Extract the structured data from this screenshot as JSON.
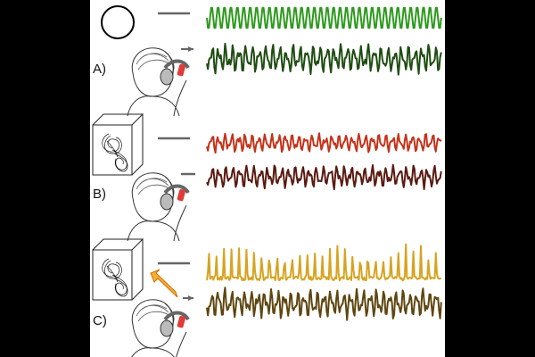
{
  "panels": [
    {
      "label": "A)",
      "stimulus": "circle",
      "colors": {
        "top": "#2e9a1f",
        "bottom": "#1f4d12"
      }
    },
    {
      "label": "B)",
      "stimulus": "attractor",
      "colors": {
        "top": "#c4331a",
        "bottom": "#5a1a10"
      }
    },
    {
      "label": "C)",
      "stimulus": "attractor",
      "feedback_arrow": true,
      "colors": {
        "top": "#d7a321",
        "bottom": "#5e4610"
      }
    }
  ],
  "colors": {
    "arrow": "#666666",
    "feedback_arrow_fill": "#f2b22d",
    "feedback_arrow_stroke": "#d46a10",
    "phone": "#e03a3a",
    "headphone": "#666666"
  },
  "icons": [
    "circle-icon",
    "attractor-icon",
    "listener-icon",
    "headphones-icon",
    "phone-icon",
    "arrow-icon"
  ]
}
